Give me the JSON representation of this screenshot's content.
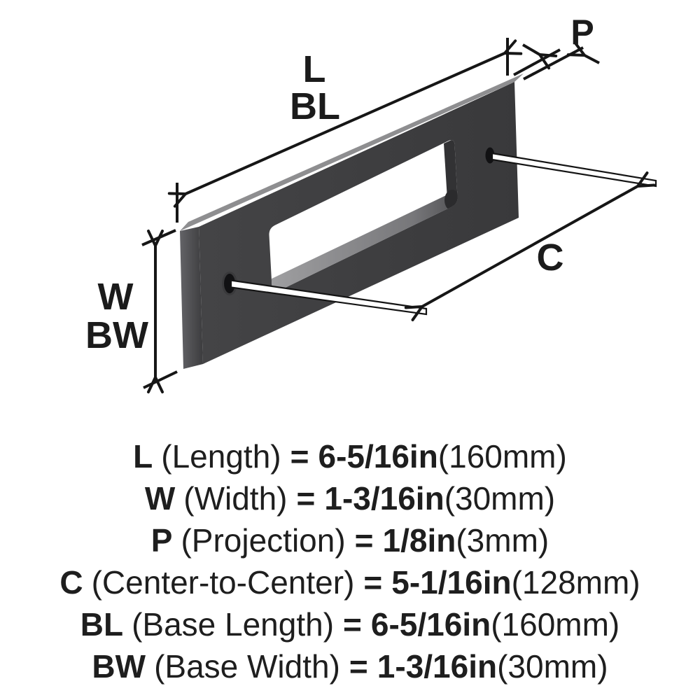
{
  "diagram": {
    "labels": {
      "length": "L",
      "base_length": "BL",
      "projection": "P",
      "width": "W",
      "base_width": "BW",
      "center_to_center": "C"
    },
    "colors": {
      "background": "#ffffff",
      "plate_front": "#3e3e40",
      "plate_top_edge": "#8e8e90",
      "dimension_line": "#161616"
    }
  },
  "spec_lines": [
    {
      "symbol": "L",
      "name": "(Length)",
      "eq": "=",
      "value": "6-5/16in",
      "metric": "(160mm)"
    },
    {
      "symbol": "W",
      "name": "(Width)",
      "eq": "=",
      "value": "1-3/16in",
      "metric": "(30mm)"
    },
    {
      "symbol": "P",
      "name": "(Projection)",
      "eq": "=",
      "value": "1/8in",
      "metric": "(3mm)"
    },
    {
      "symbol": "C",
      "name": "(Center-to-Center)",
      "eq": "=",
      "value": "5-1/16in",
      "metric": "(128mm)"
    },
    {
      "symbol": "BL",
      "name": "(Base Length)",
      "eq": "=",
      "value": "6-5/16in",
      "metric": "(160mm)"
    },
    {
      "symbol": "BW",
      "name": "(Base Width)",
      "eq": "=",
      "value": "1-3/16in",
      "metric": "(30mm)"
    }
  ]
}
